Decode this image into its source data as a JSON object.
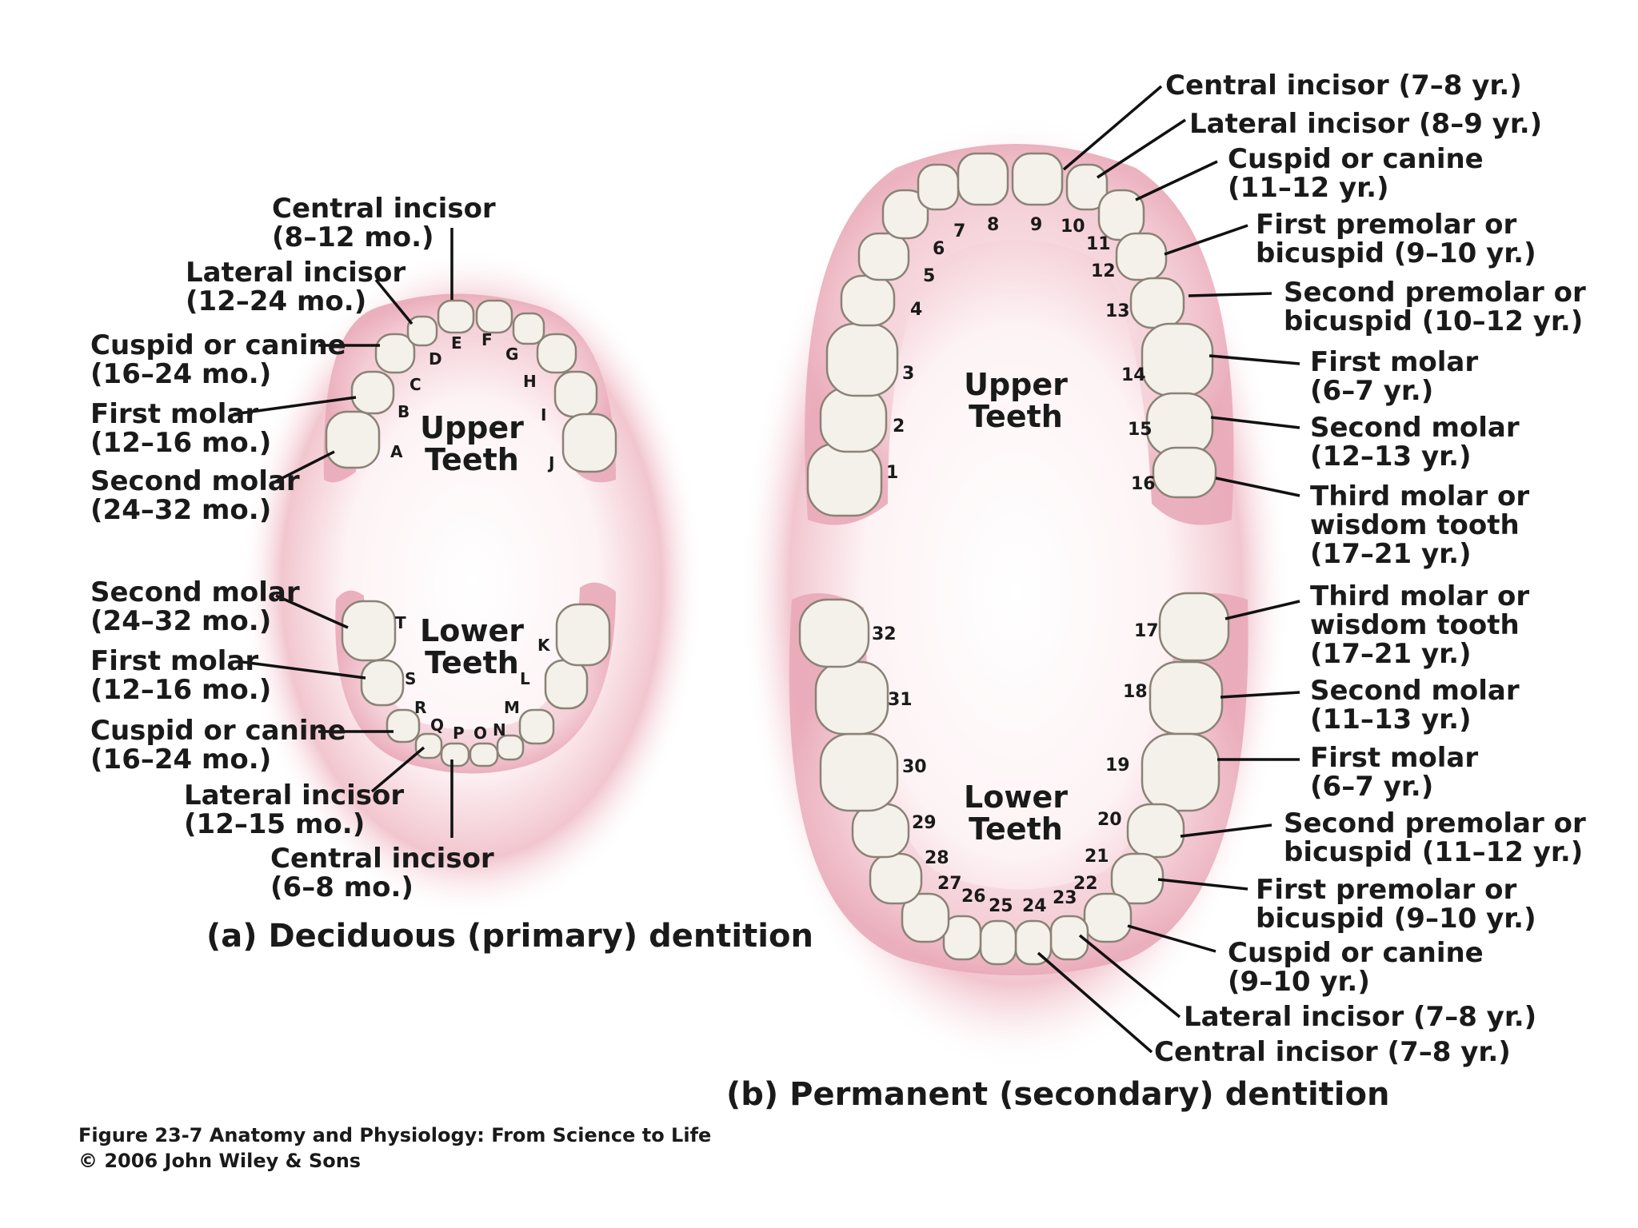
{
  "deciduous": {
    "labels": {
      "upper_central_1": "Central incisor",
      "upper_central_2": "(8–12 mo.)",
      "upper_lateral_1": "Lateral incisor",
      "upper_lateral_2": "(12–24 mo.)",
      "upper_cuspid_1": "Cuspid or canine",
      "upper_cuspid_2": "(16–24 mo.)",
      "upper_first_molar_1": "First molar",
      "upper_first_molar_2": "(12–16 mo.)",
      "upper_second_molar_1": "Second molar",
      "upper_second_molar_2": "(24–32 mo.)",
      "lower_second_molar_1": "Second molar",
      "lower_second_molar_2": "(24–32 mo.)",
      "lower_first_molar_1": "First molar",
      "lower_first_molar_2": "(12–16 mo.)",
      "lower_cuspid_1": "Cuspid or canine",
      "lower_cuspid_2": "(16–24 mo.)",
      "lower_lateral_1": "Lateral incisor",
      "lower_lateral_2": "(12–15 mo.)",
      "lower_central_1": "Central incisor",
      "lower_central_2": "(6–8 mo.)"
    },
    "upper_title_1": "Upper",
    "upper_title_2": "Teeth",
    "lower_title_1": "Lower",
    "lower_title_2": "Teeth",
    "tooth_letters": [
      "A",
      "B",
      "C",
      "D",
      "E",
      "F",
      "G",
      "H",
      "I",
      "J",
      "K",
      "L",
      "M",
      "N",
      "O",
      "P",
      "Q",
      "R",
      "S",
      "T"
    ],
    "caption": "(a) Deciduous (primary) dentition"
  },
  "permanent": {
    "labels": {
      "u_central_1": "Central incisor (7–8 yr.)",
      "u_lateral_1": "Lateral incisor (8–9 yr.)",
      "u_cuspid_1": "Cuspid or canine",
      "u_cuspid_2": "(11–12 yr.)",
      "u_first_premolar_1": "First premolar or",
      "u_first_premolar_2": "bicuspid (9–10 yr.)",
      "u_second_premolar_1": "Second premolar or",
      "u_second_premolar_2": "bicuspid (10–12 yr.)",
      "u_first_molar_1": "First molar",
      "u_first_molar_2": "(6–7 yr.)",
      "u_second_molar_1": "Second molar",
      "u_second_molar_2": "(12–13 yr.)",
      "u_third_molar_1": "Third molar or",
      "u_third_molar_2": "wisdom tooth",
      "u_third_molar_3": "(17–21 yr.)",
      "l_third_molar_1": "Third molar or",
      "l_third_molar_2": "wisdom tooth",
      "l_third_molar_3": "(17–21 yr.)",
      "l_second_molar_1": "Second molar",
      "l_second_molar_2": "(11–13 yr.)",
      "l_first_molar_1": "First molar",
      "l_first_molar_2": "(6–7 yr.)",
      "l_second_premolar_1": "Second premolar or",
      "l_second_premolar_2": "bicuspid (11–12 yr.)",
      "l_first_premolar_1": "First premolar or",
      "l_first_premolar_2": "bicuspid (9–10 yr.)",
      "l_cuspid_1": "Cuspid or canine",
      "l_cuspid_2": "(9–10 yr.)",
      "l_lateral_1": "Lateral incisor (7–8 yr.)",
      "l_central_1": "Central incisor (7–8 yr.)"
    },
    "upper_title_1": "Upper",
    "upper_title_2": "Teeth",
    "lower_title_1": "Lower",
    "lower_title_2": "Teeth",
    "tooth_numbers": [
      "1",
      "2",
      "3",
      "4",
      "5",
      "6",
      "7",
      "8",
      "9",
      "10",
      "11",
      "12",
      "13",
      "14",
      "15",
      "16",
      "17",
      "18",
      "19",
      "20",
      "21",
      "22",
      "23",
      "24",
      "25",
      "26",
      "27",
      "28",
      "29",
      "30",
      "31",
      "32"
    ],
    "caption": "(b) Permanent (secondary) dentition"
  },
  "footer": {
    "line_1": "Figure 23-7  Anatomy and Physiology: From Science to Life",
    "line_2": "© 2006 John Wiley & Sons"
  },
  "colors": {
    "gum": "#f2c6cf",
    "gum_edge": "#e7a2b2",
    "palate": "#fbe8ec",
    "tooth": "#f4f1ea",
    "tooth_outline": "#8a8276"
  }
}
